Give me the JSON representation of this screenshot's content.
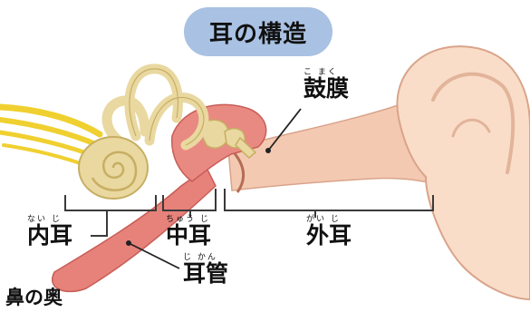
{
  "title": "耳の構造",
  "colors": {
    "title_bg": "#a9c1e2",
    "skin": "#f9ddc9",
    "skin_edge": "#d9a48a",
    "canal": "#f4c9b2",
    "tube": "#e7827a",
    "tube_edge": "#c85d57",
    "inner_ear": "#e9d8a0",
    "inner_ear_edge": "#c7ae63",
    "nerve": "#f0d030",
    "middle_ear": "#e98a82",
    "bracket": "#3a3a3a"
  },
  "labels": {
    "eardrum": {
      "ruby": "こ まく",
      "text": "鼓膜"
    },
    "inner_ear": {
      "ruby": "ない じ",
      "text": "内耳"
    },
    "middle_ear": {
      "ruby": "ちゅう じ",
      "text": "中耳"
    },
    "outer_ear": {
      "ruby": "がい じ",
      "text": "外耳"
    },
    "eustachian_tube": {
      "ruby": "じ かん",
      "text": "耳管"
    },
    "back_of_nose": {
      "text": "鼻の奥"
    }
  },
  "icons": [
    "cochlea-icon",
    "semicircular-canals-icon",
    "auditory-ossicles-icon",
    "auricle-icon"
  ]
}
